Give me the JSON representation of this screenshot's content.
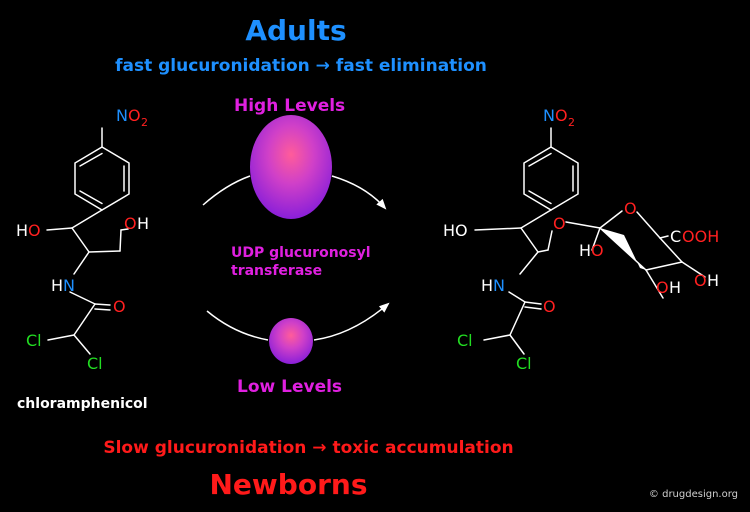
{
  "headers": {
    "adults_title": "Adults",
    "adults_subtitle": "fast glucuronidation → fast elimination",
    "newborns_subtitle": "Slow glucuronidation → toxic accumulation",
    "newborns_title": "Newborns"
  },
  "enzyme": {
    "high_label": "High Levels",
    "low_label": "Low Levels",
    "name_line1": "UDP glucuronosyl",
    "name_line2": "transferase"
  },
  "molecules": {
    "left_label": "chloramphenicol",
    "atoms": {
      "N": "N",
      "O": "O",
      "two": "2",
      "HO": "HO",
      "OH": "OH",
      "HN": "HN",
      "Cl": "Cl",
      "C": "C",
      "OOH": "OOH",
      "H": "H",
      "Ho": "H"
    }
  },
  "footer": {
    "copyright": "© drugdesign.org"
  },
  "colors": {
    "background": "#000000",
    "adults_blue": "#1e90ff",
    "enzyme_magenta": "#e020e0",
    "newborns_red": "#ff1a1a",
    "nitrogen": "#1e90ff",
    "oxygen": "#ff2020",
    "chlorine": "#22dd22",
    "bond": "#ffffff"
  },
  "icons": [
    "curved-arrow-icon",
    "enzyme-sphere-icon"
  ]
}
